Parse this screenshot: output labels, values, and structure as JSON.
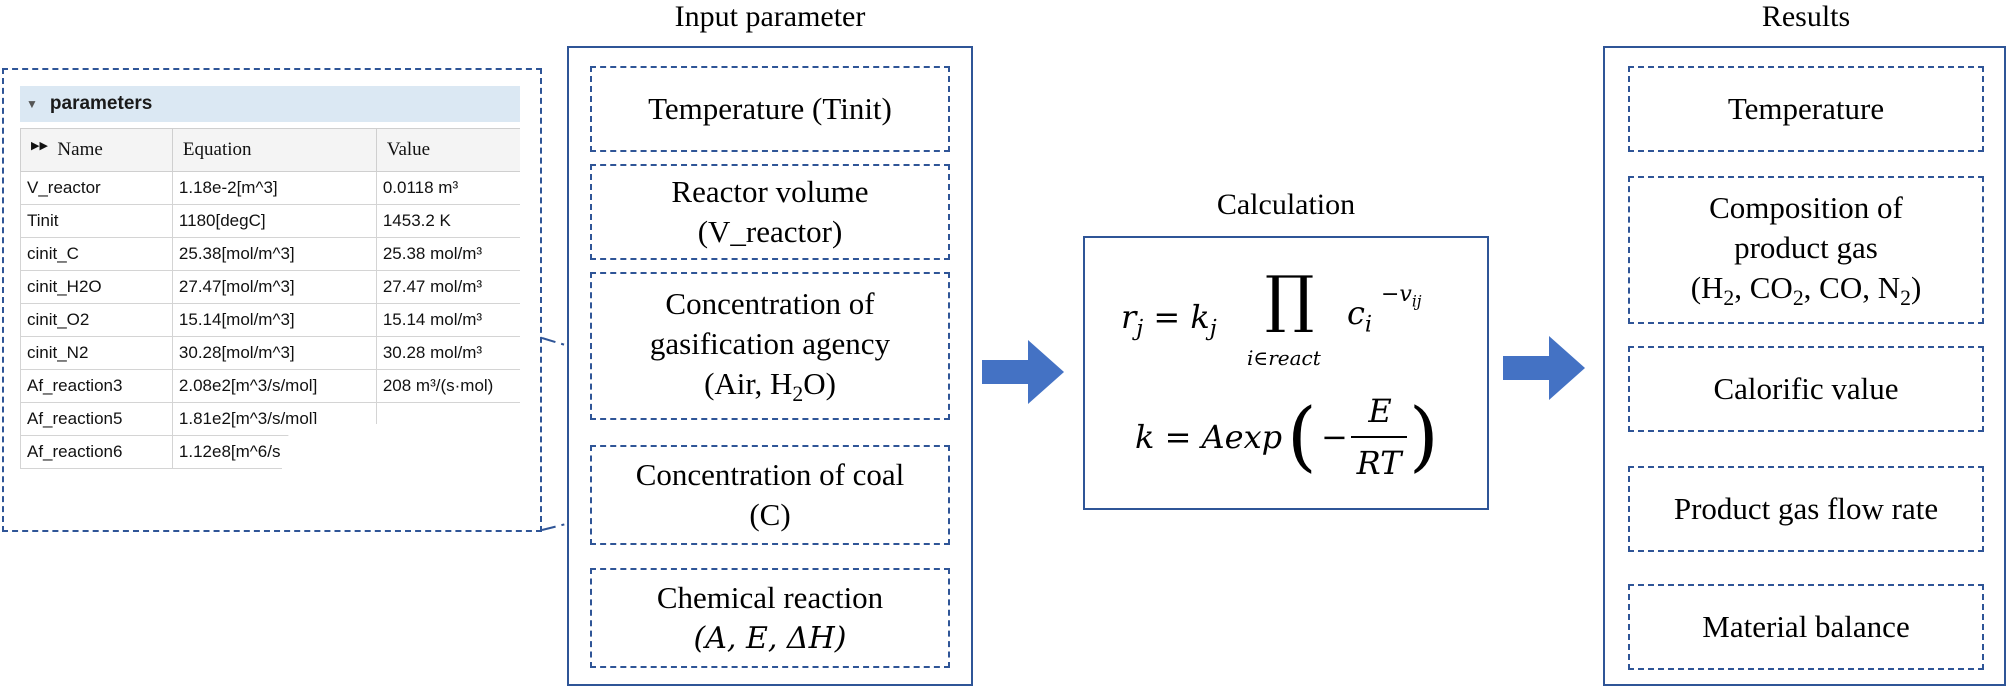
{
  "parameters": {
    "title": "parameters",
    "columns": [
      "Name",
      "Equation",
      "Value"
    ],
    "rows": [
      {
        "name": "V_reactor",
        "equation": "1.18e-2[m^3]",
        "value": "0.0118 m³"
      },
      {
        "name": "Tinit",
        "equation": "1180[degC]",
        "value": "1453.2 K"
      },
      {
        "name": "cinit_C",
        "equation": "25.38[mol/m^3]",
        "value": "25.38 mol/m³"
      },
      {
        "name": "cinit_H2O",
        "equation": "27.47[mol/m^3]",
        "value": "27.47 mol/m³"
      },
      {
        "name": "cinit_O2",
        "equation": "15.14[mol/m^3]",
        "value": "15.14 mol/m³"
      },
      {
        "name": "cinit_N2",
        "equation": "30.28[mol/m^3]",
        "value": "30.28 mol/m³"
      },
      {
        "name": "Af_reaction3",
        "equation": "2.08e2[m^3/s/mol]",
        "value": "208 m³/(s·mol)"
      },
      {
        "name": "Af_reaction5",
        "equation": "1.81e2[m^3/s/mol]",
        "value": ""
      },
      {
        "name": "Af_reaction6",
        "equation": "1.12e8[m^6/s",
        "value": ""
      }
    ]
  },
  "input": {
    "title": "Input parameter",
    "items": [
      {
        "line1": "Temperature (Tinit)",
        "line2": ""
      },
      {
        "line1": "Reactor volume",
        "line2": "(V_reactor)"
      },
      {
        "line1": "Concentration of",
        "line2": "gasification agency",
        "line3": "(Air, H",
        "sub": "2",
        "line3b": "O)"
      },
      {
        "line1": "Concentration of coal",
        "line2": "(C)"
      },
      {
        "line1": "Chemical reaction",
        "line2": "(A, E, ΔH)"
      }
    ]
  },
  "calculation": {
    "title": "Calculation",
    "eq1_lhs": "r",
    "eq1_lhs_sub": "j",
    "eq1_eq": " = k",
    "eq1_k_sub": "j",
    "eq1_prod_sub": "i∈react",
    "eq1_c": "c",
    "eq1_c_sub": "i",
    "eq1_exp": "−v",
    "eq1_exp_sub": "ij",
    "eq2_lhs": "k = Aexp",
    "eq2_minus": "−",
    "eq2_num": "E",
    "eq2_den": "RT"
  },
  "results": {
    "title": "Results",
    "items": [
      {
        "line1": "Temperature"
      },
      {
        "line1": "Composition of",
        "line2": "product gas",
        "line3": "(H2, CO2, CO, N2)"
      },
      {
        "line1": "Calorific value"
      },
      {
        "line1": "Product gas flow rate"
      },
      {
        "line1": "Material balance"
      }
    ]
  },
  "colors": {
    "frame": "#2f5597",
    "arrow": "#4472c4",
    "header_bg": "#dbe8f3"
  }
}
